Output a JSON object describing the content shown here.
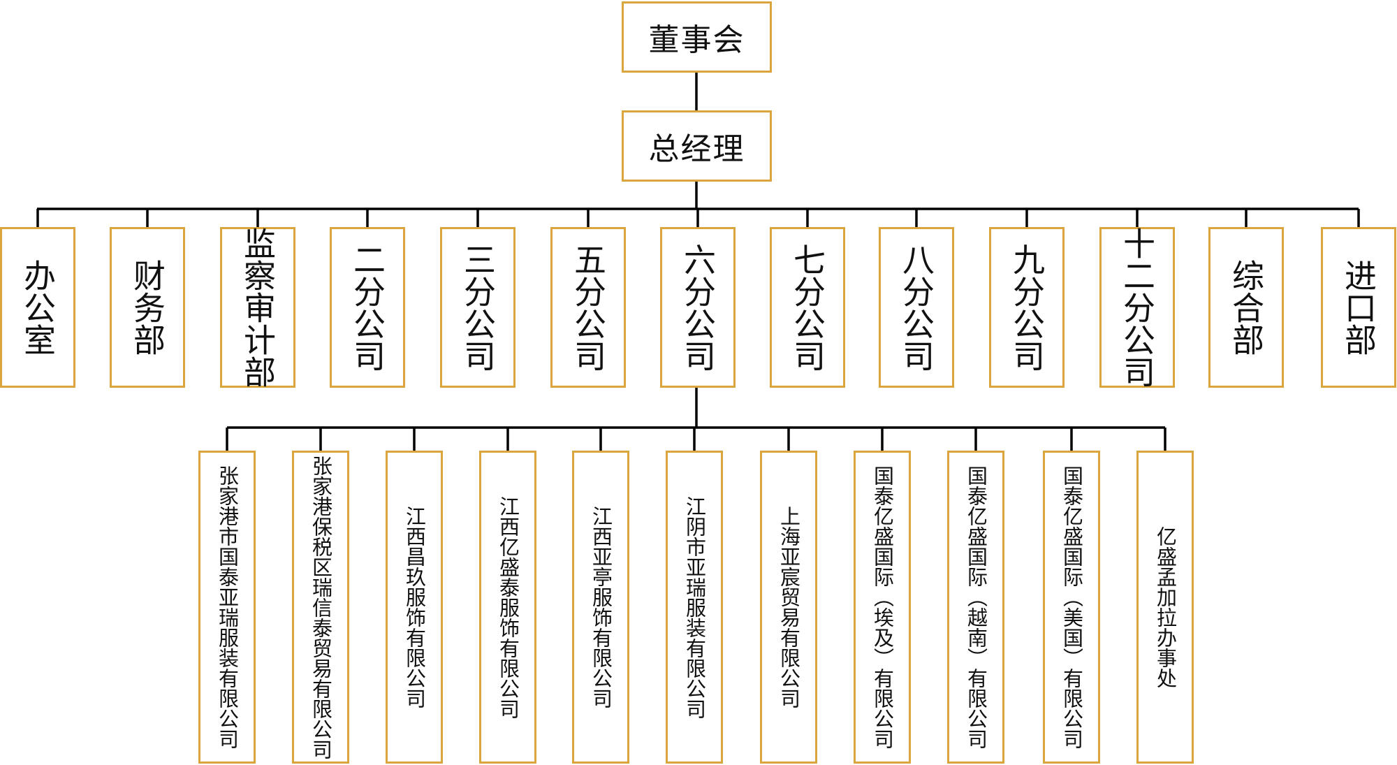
{
  "diagram": {
    "type": "org-chart",
    "colors": {
      "box_border": "#d9a53c",
      "connector": "#000000",
      "text": "#111111"
    },
    "root": {
      "label": "董事会"
    },
    "level1": {
      "label": "总经理"
    },
    "departments": [
      {
        "label": "办公室"
      },
      {
        "label": "财务部"
      },
      {
        "label": "监察审计部"
      },
      {
        "label": "二分公司"
      },
      {
        "label": "三分公司"
      },
      {
        "label": "五分公司"
      },
      {
        "label": "六分公司"
      },
      {
        "label": "七分公司"
      },
      {
        "label": "八分公司"
      },
      {
        "label": "九分公司"
      },
      {
        "label": "十二分公司"
      },
      {
        "label": "综合部"
      },
      {
        "label": "进口部"
      }
    ],
    "expanded_department": "六分公司",
    "subsidiaries": [
      {
        "label": "张家港市国泰亚瑞服装有限公司"
      },
      {
        "label": "张家港保税区瑞信泰贸易有限公司"
      },
      {
        "label": "江西昌玖服饰有限公司"
      },
      {
        "label": "江西亿盛泰服饰有限公司"
      },
      {
        "label": "江西亚亭服饰有限公司"
      },
      {
        "label": "江阴市亚瑞服装有限公司"
      },
      {
        "label": "上海亚宸贸易有限公司"
      },
      {
        "label": "国泰亿盛国际（埃及）有限公司"
      },
      {
        "label": "国泰亿盛国际（越南）有限公司"
      },
      {
        "label": "国泰亿盛国际（美国）有限公司"
      },
      {
        "label": "亿盛孟加拉办事处"
      }
    ]
  }
}
